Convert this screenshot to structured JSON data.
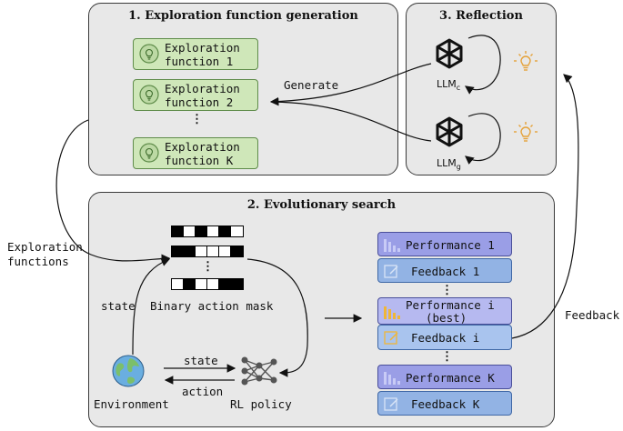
{
  "panels": {
    "generation_title": "1. Exploration function generation",
    "reflection_title": "3. Reflection",
    "search_title": "2. Evolutionary search"
  },
  "functions": [
    {
      "line1": "Exploration",
      "line2": "function 1"
    },
    {
      "line1": "Exploration",
      "line2": "function 2"
    },
    {
      "line1": "Exploration",
      "line2": "function K"
    }
  ],
  "dots": "⋮",
  "labels": {
    "generate": "Generate",
    "llm_c": "LLM",
    "llm_c_sub": "c",
    "llm_g": "LLM",
    "llm_g_sub": "g",
    "exploration_functions_1": "Exploration",
    "exploration_functions_2": "functions",
    "binary_action_mask": "Binary action mask",
    "state_up": "state",
    "state_mid": "state",
    "action": "action",
    "environment": "Environment",
    "rl_policy": "RL policy",
    "feedback_side": "Feedback"
  },
  "results": [
    {
      "perf_1": "Performance 1",
      "perf_2": "",
      "feedback": "Feedback 1"
    },
    {
      "perf_1": "Performance i",
      "perf_2": "(best)",
      "feedback": "Feedback i"
    },
    {
      "perf_1": "Performance K",
      "perf_2": "",
      "feedback": "Feedback K"
    }
  ],
  "colors": {
    "function_fill": "#cfe7b9",
    "performance_fill": "#9a9ee6",
    "feedback_fill": "#92b3e4",
    "best_perf_fill": "#b6b9f0",
    "best_feedback_fill": "#a9c4ee",
    "bulb": "#e5a23a"
  },
  "icons": [
    "lightbulb-icon",
    "openai-logo-icon",
    "idea-bulb-icon",
    "bar-chart-icon",
    "document-edit-icon",
    "globe-icon",
    "neural-network-icon"
  ]
}
